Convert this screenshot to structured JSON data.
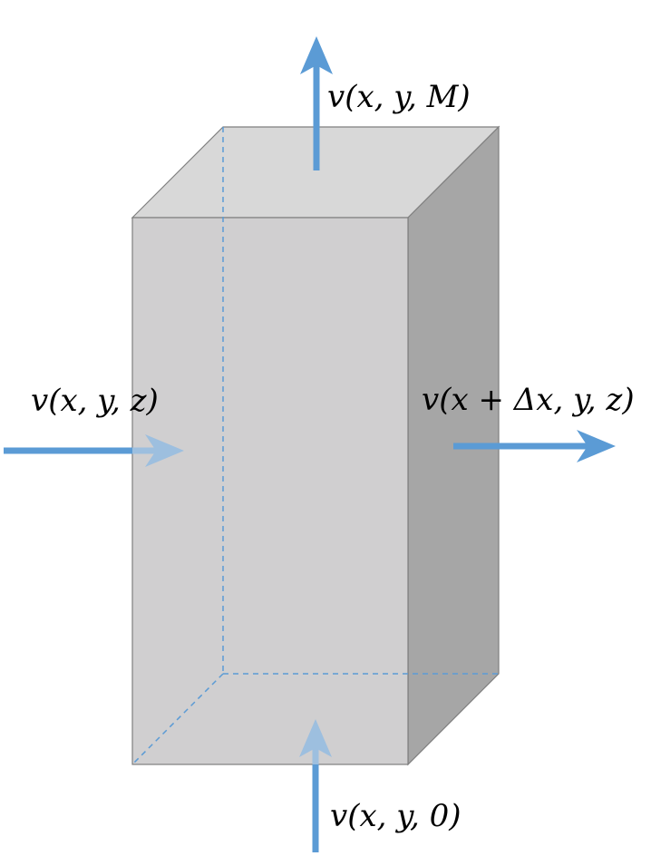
{
  "diagram": {
    "labels": {
      "top": "v(x, y, M)",
      "left": "v(x, y, z)",
      "right": "v(x + Δx, y, z)",
      "bottom": "v(x, y, 0)"
    },
    "colors": {
      "front_face": "#d0cfd0",
      "top_face": "#d8d8d8",
      "side_face": "#a6a6a6",
      "edge": "#7f7f7f",
      "arrow": "#5b9bd5",
      "arrow_faded": "#9dbfdf",
      "hidden_edge": "#5b9bd5"
    }
  }
}
